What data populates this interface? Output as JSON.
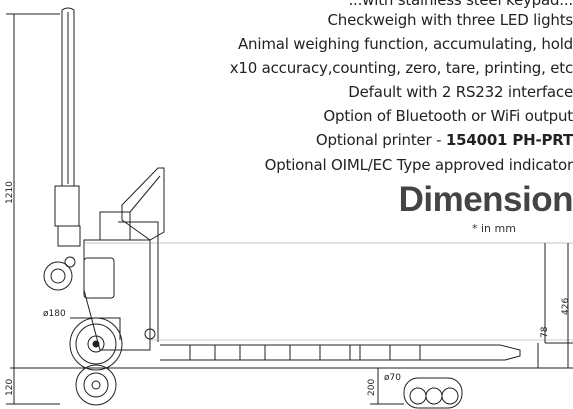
{
  "features": {
    "line0": "...with stainless steel keypad...",
    "line1": "Checkweigh with three LED lights",
    "line2": "Animal weighing function, accumulating, hold",
    "line3": "x10 accuracy,counting, zero, tare, printing, etc",
    "line4": "Default with 2 RS232 interface",
    "line5": "Option of Bluetooth or WiFi output",
    "line6_prefix": "Optional printer - ",
    "line6_code": "154001 PH-PRT",
    "line7": "Optional OIML/EC Type approved indicator"
  },
  "dimensions": {
    "title": "Dimension",
    "unit_note": "* in mm",
    "height_total": "1210",
    "height_mid": "426",
    "fork_height": "78",
    "base_height": "120",
    "load_wheel_height": "200",
    "steer_wheel_dia": "ø180",
    "load_wheel_dia": "ø70"
  }
}
